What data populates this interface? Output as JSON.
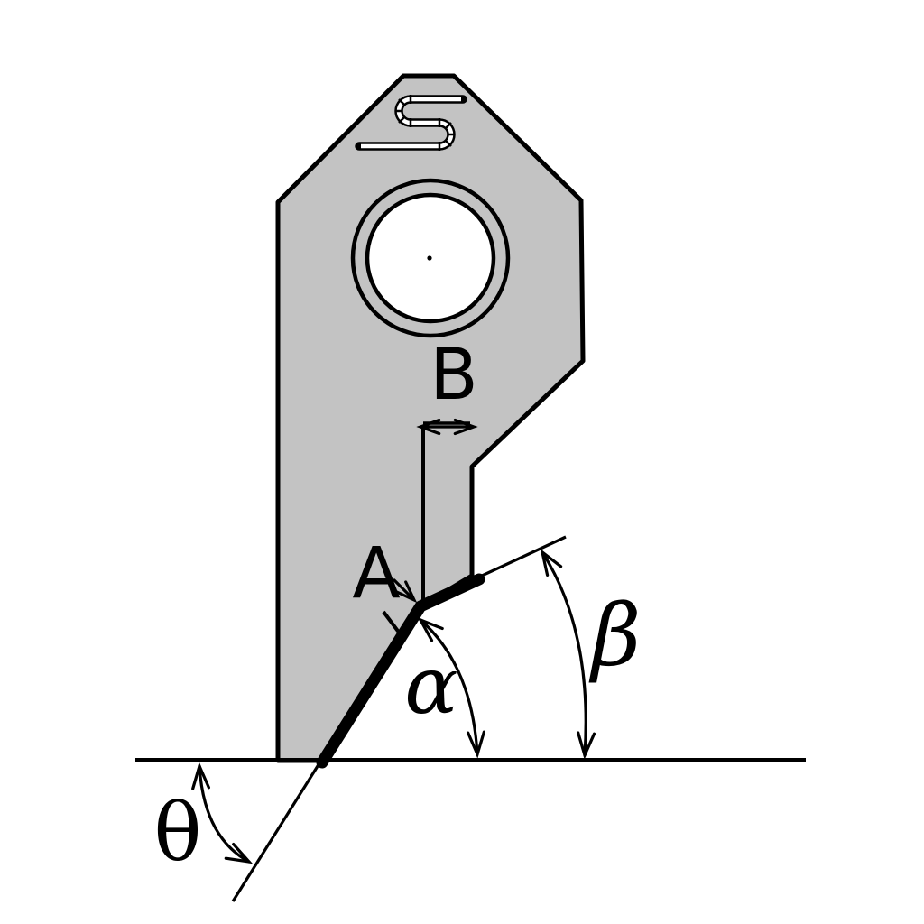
{
  "figure": {
    "labels": {
      "tip_point": "A",
      "stylus_width": "B",
      "alpha": "α",
      "beta": "β",
      "theta": "θ"
    },
    "colors": {
      "background": "#ffffff",
      "body_fill": "#c3c3c3",
      "hole_fill": "#ffffff",
      "line": "#000000"
    }
  }
}
